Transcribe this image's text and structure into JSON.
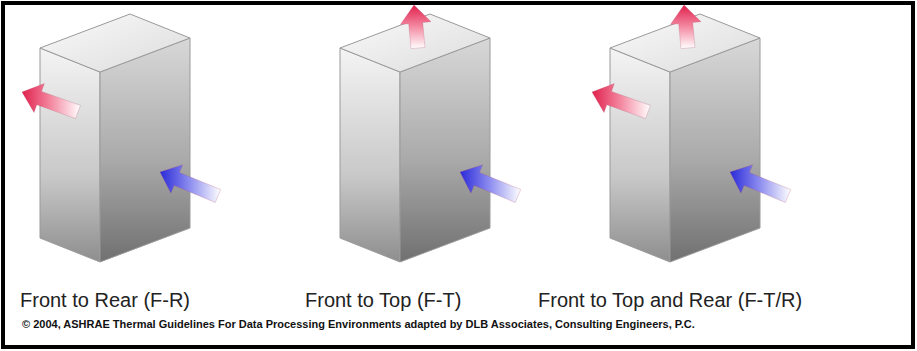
{
  "diagram": {
    "caption": "© 2004, ASHRAE Thermal Guidelines For Data Processing Environments adapted by DLB Associates, Consulting Engineers, P.C.",
    "labels": [
      "Front to Rear (F-R)",
      "Front to Top (F-T)",
      "Front to Top and Rear (F-T/R)"
    ]
  }
}
